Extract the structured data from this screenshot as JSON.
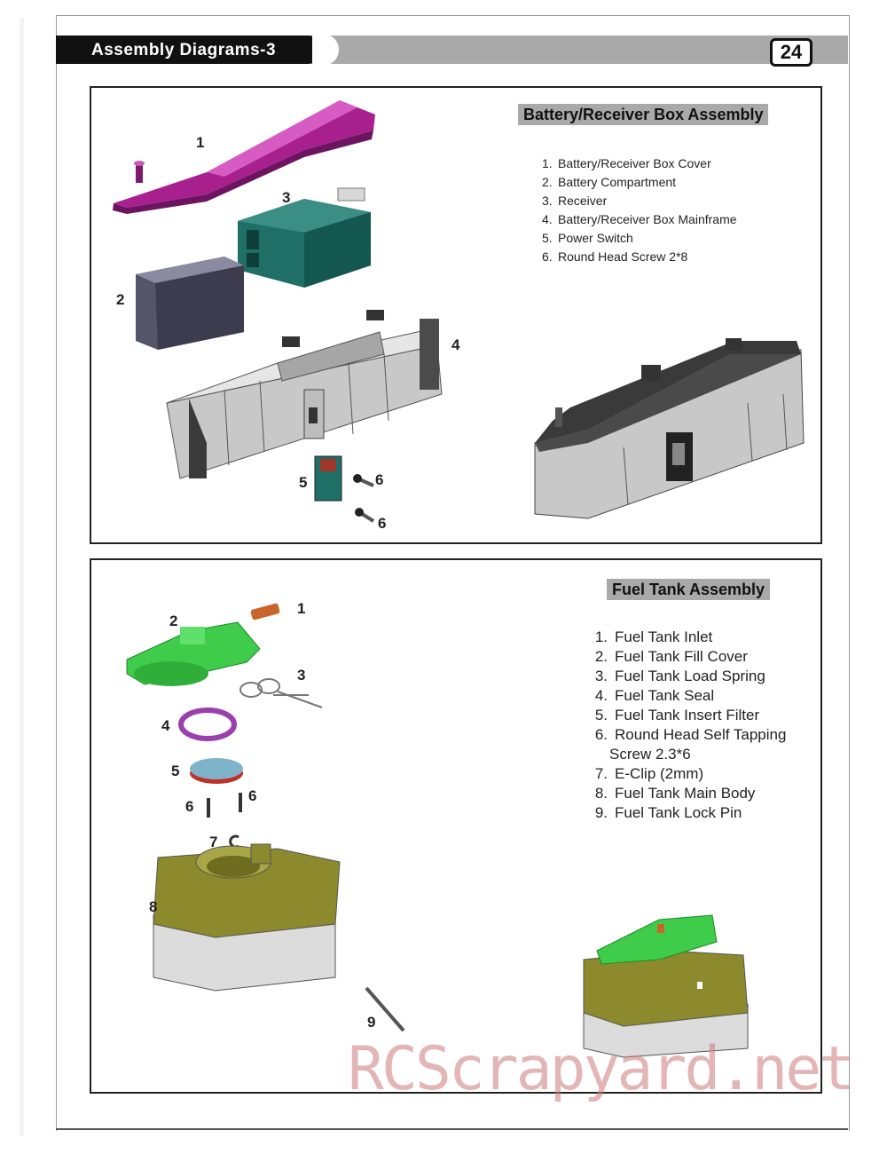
{
  "header": {
    "title": "Assembly Diagrams-3",
    "page_number": "24"
  },
  "battery_section": {
    "heading": "Battery/Receiver Box Assembly",
    "parts": [
      {
        "num": "1.",
        "name": "Battery/Receiver Box Cover"
      },
      {
        "num": "2.",
        "name": "Battery Compartment"
      },
      {
        "num": "3.",
        "name": "Receiver"
      },
      {
        "num": "4.",
        "name": "Battery/Receiver Box Mainframe"
      },
      {
        "num": "5.",
        "name": "Power Switch"
      },
      {
        "num": "6.",
        "name": "Round Head Screw 2*8"
      }
    ],
    "callouts": [
      "1",
      "2",
      "3",
      "4",
      "5",
      "6",
      "6"
    ]
  },
  "fuel_section": {
    "heading": "Fuel Tank Assembly",
    "parts": [
      {
        "num": "1.",
        "name": "Fuel Tank Inlet"
      },
      {
        "num": "2.",
        "name": "Fuel Tank Fill Cover"
      },
      {
        "num": "3.",
        "name": "Fuel Tank Load Spring"
      },
      {
        "num": "4.",
        "name": "Fuel Tank Seal"
      },
      {
        "num": "5.",
        "name": "Fuel Tank Insert Filter"
      },
      {
        "num": "6.",
        "name": "Round Head Self Tapping",
        "continuation": "Screw 2.3*6"
      },
      {
        "num": "7.",
        "name": "E-Clip (2mm)"
      },
      {
        "num": "8.",
        "name": "Fuel Tank Main Body"
      },
      {
        "num": "9.",
        "name": "Fuel Tank Lock Pin"
      }
    ],
    "callouts": [
      "1",
      "2",
      "3",
      "4",
      "5",
      "6",
      "6",
      "7",
      "8",
      "9"
    ]
  },
  "watermark": "RCScrapyard.net",
  "colors": {
    "cover": "#a8208e",
    "receiver": "#1f6f66",
    "battery": "#55556a",
    "frame": "#c8c8c8",
    "tank_top": "#8c8a2c",
    "tank_bottom": "#dcdcdc",
    "fill_cover": "#3fcc4a",
    "seal": "#9a3fb0",
    "filter": "#7fb3c9",
    "inlet": "#c9652a"
  }
}
